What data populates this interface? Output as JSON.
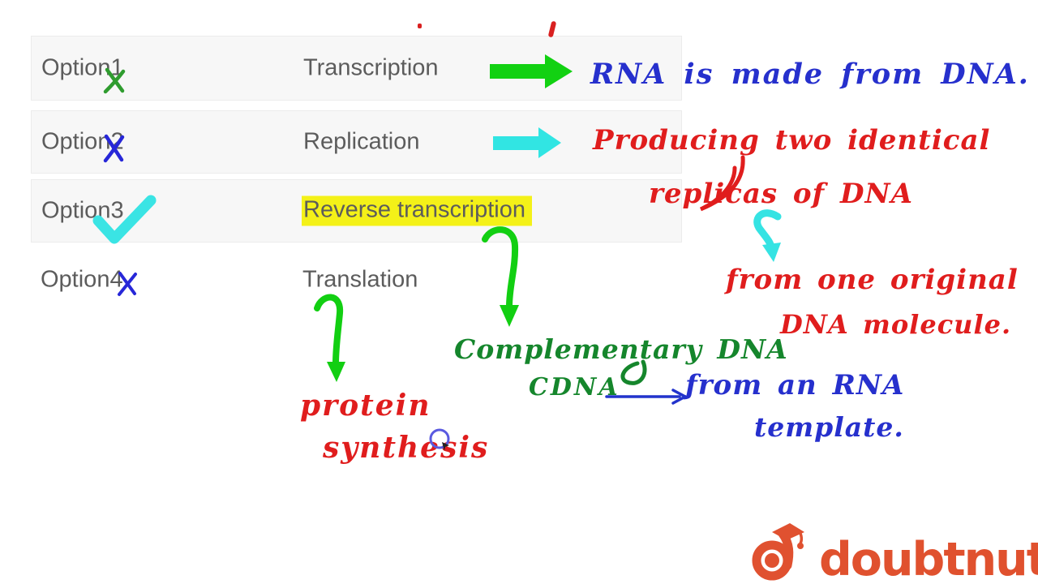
{
  "options_table": {
    "rows": [
      {
        "label": "Option1",
        "value": "Transcription",
        "mark": "cross-green"
      },
      {
        "label": "Option2",
        "value": "Replication",
        "mark": "cross-blue"
      },
      {
        "label": "Option3",
        "value": "Reverse transcription",
        "mark": "check-cyan",
        "highlighted": true
      },
      {
        "label": "Option4",
        "value": "Translation",
        "mark": "cross-blue"
      }
    ]
  },
  "annotations": {
    "transcription_note": "RNA is made from DNA.",
    "replication_note_line1": "Producing two identical",
    "replication_note_line2": "replicas of DNA",
    "replication_note_line3": "from one original",
    "replication_note_line4": "DNA molecule.",
    "reverse_transcription_note_line1": "Complementary DNA",
    "reverse_transcription_note_line2": "CDNA",
    "reverse_transcription_note_line3": "from an RNA",
    "reverse_transcription_note_line4": "template.",
    "translation_note_line1": "protein",
    "translation_note_line2": "synthesis"
  },
  "watermark": {
    "brand": "doubtnut"
  },
  "icons": {
    "option1_mark": "green-cross",
    "option2_mark": "blue-cross",
    "option3_mark": "cyan-checkmark",
    "option4_mark": "blue-cross",
    "transcription_arrow": "thick-green-right-arrow",
    "replication_arrow": "thick-cyan-right-arrow",
    "reverse_transcription_arrow": "green-curved-down-arrow",
    "translation_arrow": "green-curved-down-arrow",
    "replicas_arrow": "cyan-curved-down-arrow",
    "cdna_arrow": "thin-blue-right-arrow",
    "cursor": "blue-circle-cursor",
    "logo": "doubtnut-graduation-cap-d"
  },
  "colors": {
    "row_background": "#f7f7f7",
    "option_text_gray": "#5c5c5c",
    "highlight_yellow": "#f4f118",
    "handwriting_blue": "#2630cd",
    "handwriting_red": "#e01d1d",
    "handwriting_green": "#15862c",
    "marker_green": "#12d112",
    "marker_cyan": "#31e5e3",
    "brand_orange": "#e0512e"
  }
}
